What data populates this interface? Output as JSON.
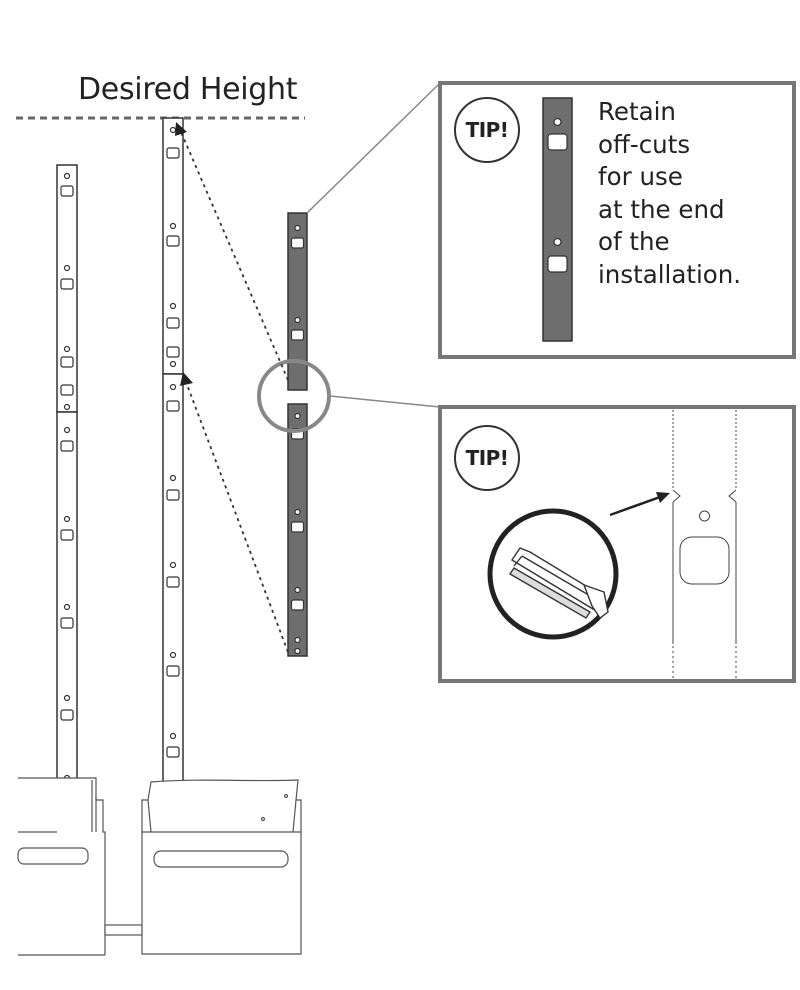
{
  "heading": "Desired Height",
  "tips": [
    {
      "badge": "TIP!",
      "lines": [
        "Retain",
        "off-cuts",
        "for use",
        "at the end",
        "of the",
        "installation."
      ]
    },
    {
      "badge": "TIP!"
    }
  ],
  "colors": {
    "line": "#333333",
    "panel_border": "#777777",
    "offcut_fill": "#6e6e6e",
    "dash_line": "#666666"
  },
  "icons": [
    "hacksaw-icon"
  ]
}
